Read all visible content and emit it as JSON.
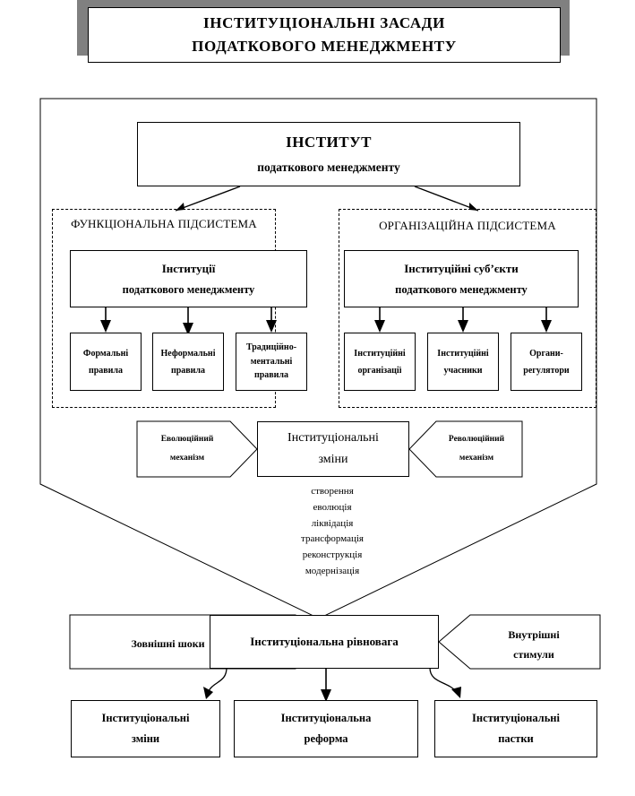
{
  "title": {
    "line1": "ІНСТИТУЦІОНАЛЬНІ ЗАСАДИ",
    "line2": "ПОДАТКОВОГО МЕНЕДЖМЕНТУ"
  },
  "institute": {
    "line1": "ІНСТИТУТ",
    "line2": "податкового менеджменту"
  },
  "subsystems": {
    "functional": {
      "label": "ФУНКЦІОНАЛЬНА ПІДСИСТЕМА",
      "header": {
        "line1": "Інституції",
        "line2": "податкового менеджменту"
      },
      "items": [
        {
          "line1": "Формальні",
          "line2": "правила"
        },
        {
          "line1": "Неформальні",
          "line2": "правила"
        },
        {
          "line1": "Традиційно-",
          "line2": "ментальні",
          "line3": "правила"
        }
      ]
    },
    "organizational": {
      "label": "ОРГАНІЗАЦІЙНА ПІДСИСТЕМА",
      "header": {
        "line1": "Інституційні суб’єкти",
        "line2": "податкового менеджменту"
      },
      "items": [
        {
          "line1": "Інституційні",
          "line2": "організації"
        },
        {
          "line1": "Інституційні",
          "line2": "учасники"
        },
        {
          "line1": "Органи-",
          "line2": "регулятори"
        }
      ]
    }
  },
  "change": {
    "left_mechanism": {
      "line1": "Еволюційний",
      "line2": "механізм"
    },
    "center": {
      "line1": "Інституціональні",
      "line2": "зміни"
    },
    "right_mechanism": {
      "line1": "Революційний",
      "line2": "механізм"
    },
    "processes": [
      "створення",
      "еволюція",
      "ліквідація",
      "трансформація",
      "реконструкція",
      "модернізація"
    ]
  },
  "equilibrium": {
    "external": {
      "line1": "Зовнішні шоки"
    },
    "center": {
      "line1": "Інституціональна рівновага"
    },
    "internal": {
      "line1": "Внутрішні",
      "line2": "стимули"
    }
  },
  "outcomes": [
    {
      "line1": "Інституціональні",
      "line2": "зміни"
    },
    {
      "line1": "Інституціональна",
      "line2": "реформа"
    },
    {
      "line1": "Інституціональні",
      "line2": "пастки"
    }
  ],
  "colors": {
    "shadow": "#808080",
    "stroke": "#000000",
    "background": "#ffffff"
  }
}
